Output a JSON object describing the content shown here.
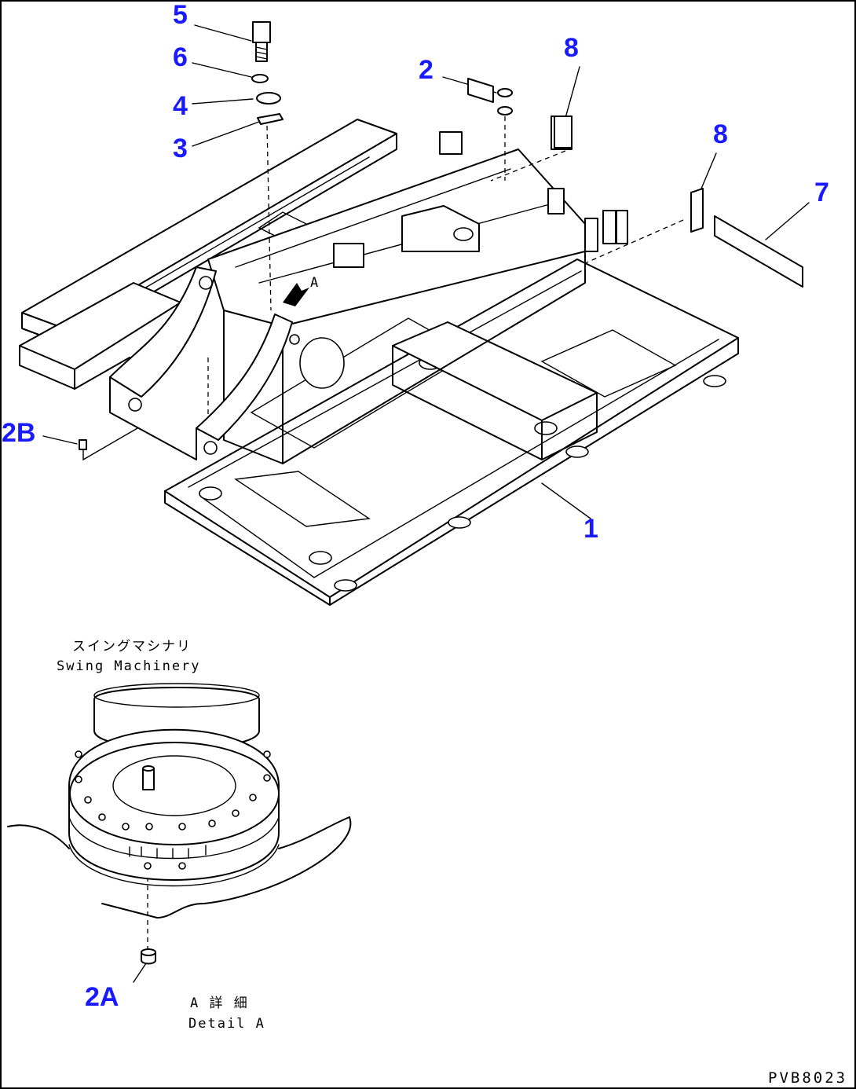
{
  "callouts": {
    "p1": "1",
    "p2": "2",
    "p2A": "2A",
    "p2B": "2B",
    "p3": "3",
    "p4": "4",
    "p5": "5",
    "p6": "6",
    "p7": "7",
    "p8a": "8",
    "p8b": "8"
  },
  "frame_annotation": "A",
  "detail": {
    "swing_jp": "スイングマシナリ",
    "swing_en": "Swing Machinery",
    "title_jp": "A 詳 細",
    "title_en": "Detail A"
  },
  "drawing_code": "PVB8023",
  "colors": {
    "callout": "#1a1aff",
    "line": "#000000",
    "background": "#ffffff"
  }
}
